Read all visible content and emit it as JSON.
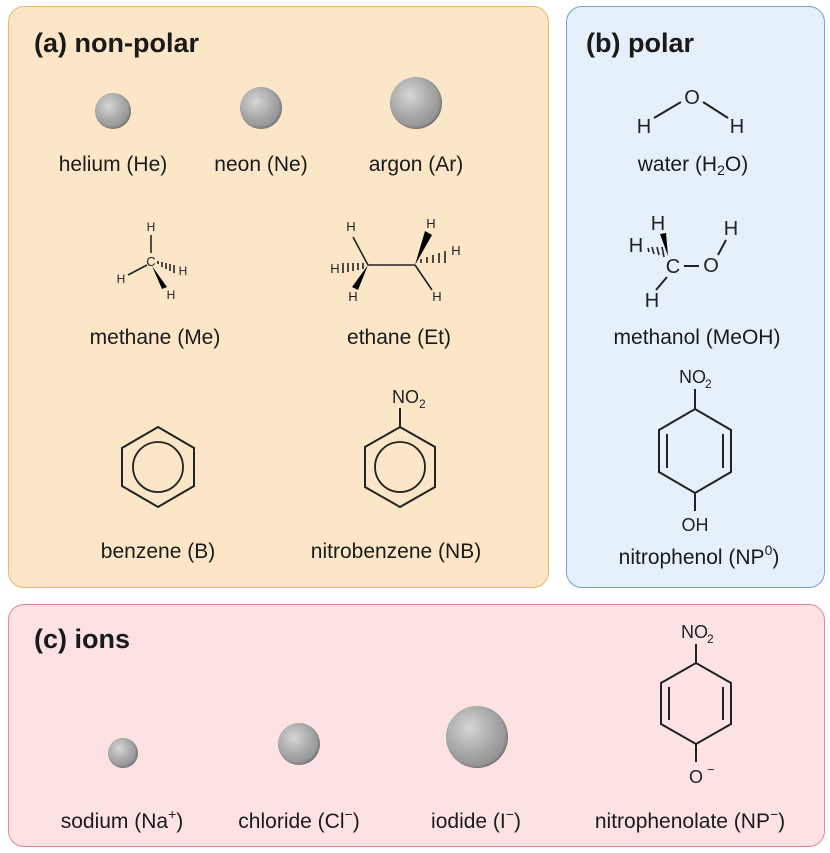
{
  "panels": {
    "nonpolar": {
      "title": "(a) non-polar",
      "labels": {
        "helium": "helium (He)",
        "neon": "neon (Ne)",
        "argon": "argon (Ar)",
        "methane": "methane (Me)",
        "ethane": "ethane (Et)",
        "benzene": "benzene (B)",
        "nitrobenzene": "nitrobenzene (NB)"
      }
    },
    "polar": {
      "title": "(b) polar",
      "labels": {
        "water_main": "water (H",
        "water_sub": "2",
        "water_tail": "O)",
        "methanol": "methanol (MeOH)",
        "nitrophenol_main": "nitrophenol (NP",
        "nitrophenol_sup": "0",
        "nitrophenol_tail": ")"
      }
    },
    "ions": {
      "title": "(c) ions",
      "labels": {
        "sodium_main": "sodium (Na",
        "sodium_sup": "+",
        "sodium_tail": ")",
        "chloride_main": "chloride (Cl",
        "chloride_sup": "−",
        "chloride_tail": ")",
        "iodide_main": "iodide (I",
        "iodide_sup": "−",
        "iodide_tail": ")",
        "nitrophenolate_main": "nitrophenolate (NP",
        "nitrophenolate_sup": "−",
        "nitrophenolate_tail": ")"
      }
    }
  },
  "atoms": {
    "H": "H",
    "C": "C",
    "O": "O",
    "NO": "NO",
    "NO_sub": "2",
    "OH": "OH",
    "O_minus": "O",
    "minus": "−"
  },
  "colors": {
    "nonpolar_fill": "#fbe7c7",
    "nonpolar_border": "#f1b566",
    "polar_fill": "#e6f0fb",
    "polar_border": "#6fa3d6",
    "ions_fill": "#fde2e3",
    "ions_border": "#e2878c",
    "sphere": "#9a9a9a"
  }
}
